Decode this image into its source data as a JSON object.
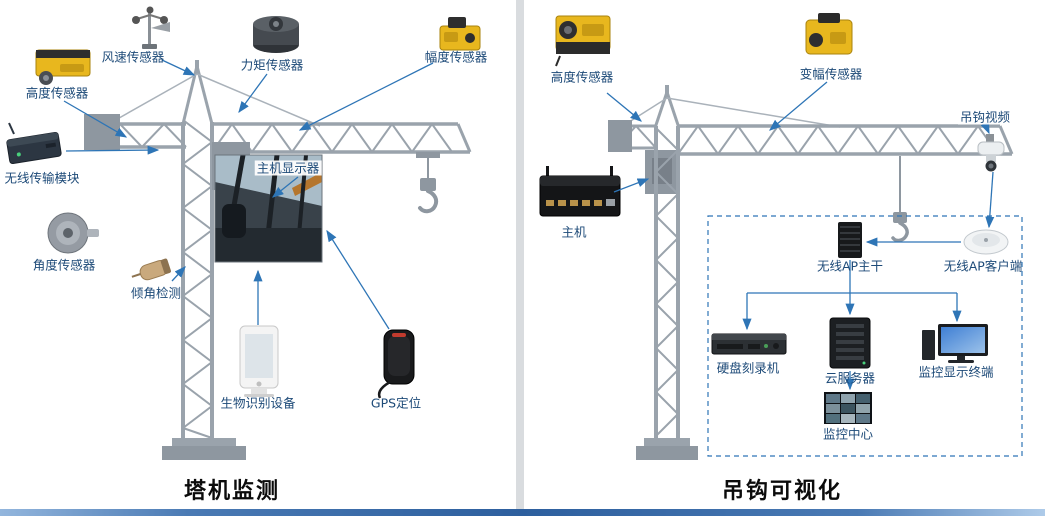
{
  "left": {
    "title": "塔机监测",
    "labels": {
      "wind_speed": "风速传感器",
      "torque": "力矩传感器",
      "amplitude": "幅度传感器",
      "height": "高度传感器",
      "wireless": "无线传输模块",
      "host_display": "主机显示器",
      "angle": "角度传感器",
      "tilt": "倾角检测",
      "biometric": "生物识别设备",
      "gps": "GPS定位"
    }
  },
  "right": {
    "title": "吊钩可视化",
    "labels": {
      "height": "高度传感器",
      "luffing": "变幅传感器",
      "hook_video": "吊钩视频",
      "host": "主机",
      "ap_backbone": "无线AP主干",
      "ap_client": "无线AP客户端",
      "hdd": "硬盘刻录机",
      "cloud": "云服务器",
      "terminal": "监控显示终端",
      "center": "监控中心"
    }
  },
  "devices": {
    "left": [
      "wind-speed-sensor",
      "torque-sensor",
      "amplitude-sensor",
      "height-sensor",
      "wireless-module",
      "angle-sensor",
      "tilt-sensor",
      "biometric-tablet",
      "gps-tracker",
      "cab-interior-photo"
    ],
    "right": [
      "height-sensor",
      "luffing-sensor",
      "hook-camera",
      "host-unit",
      "ap-backbone",
      "ap-client",
      "hdd-recorder",
      "cloud-server",
      "monitor-terminal",
      "video-wall"
    ]
  },
  "colors": {
    "label_text": "#1d4a78",
    "arrow": "#2e75b6",
    "crane_gray": "#9aa3ac",
    "divider": "#d9dcdf",
    "footer_blue": "#2d5f9e",
    "sensor_yellow": "#e8b71e"
  }
}
